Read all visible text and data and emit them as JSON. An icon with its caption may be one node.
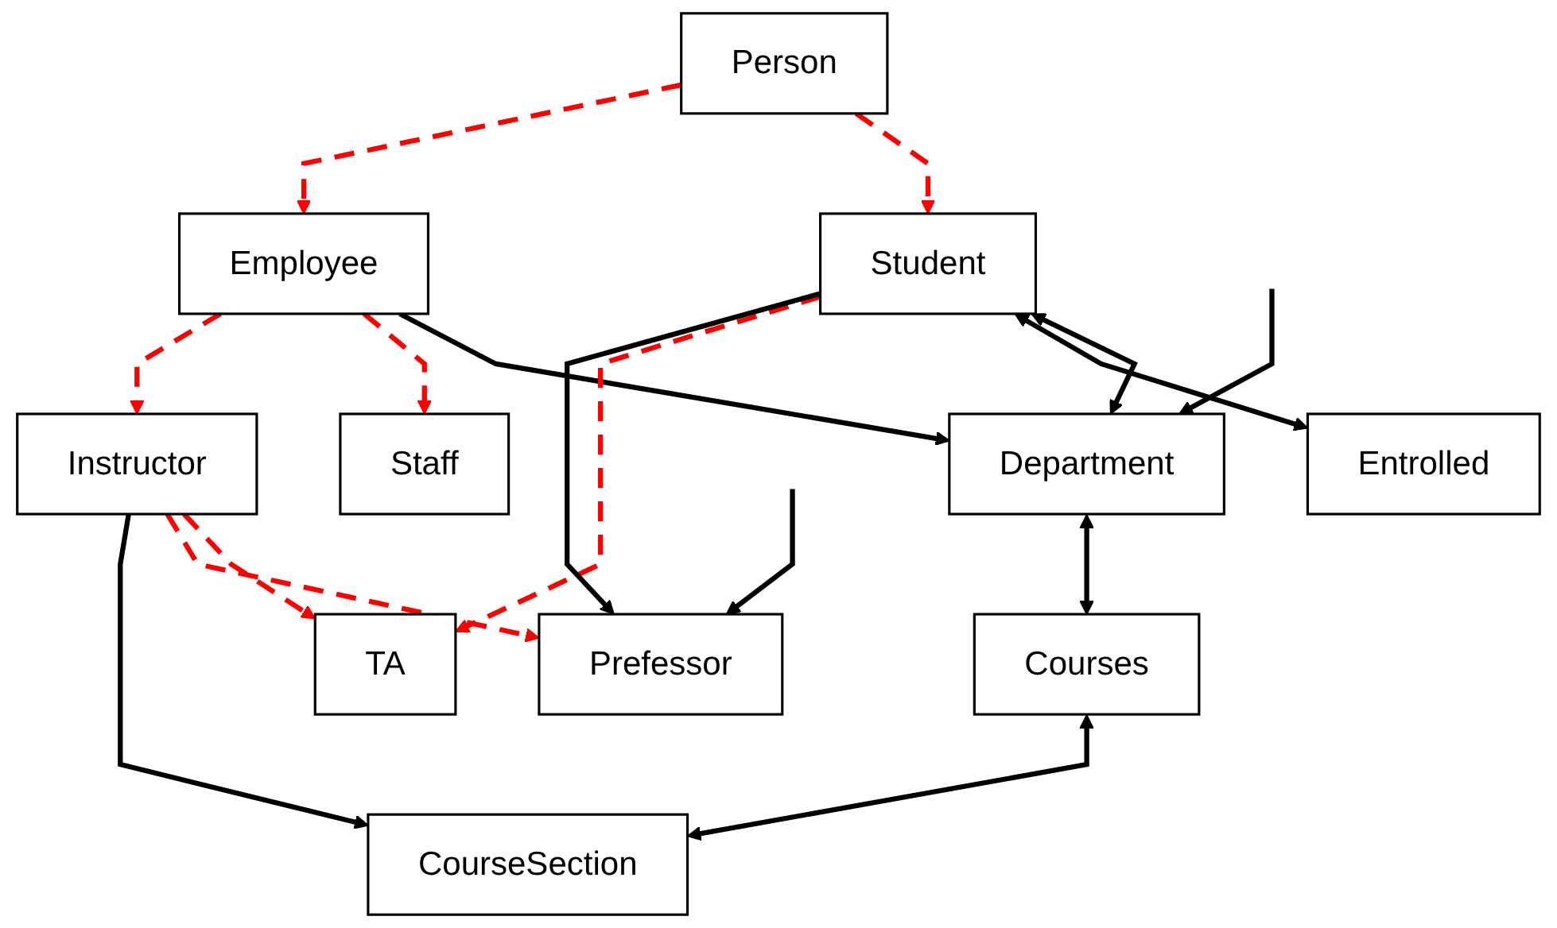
{
  "diagram": {
    "nodes": [
      {
        "text": [
          "Person"
        ]
      },
      {
        "text": [
          "Student"
        ]
      },
      {
        "text": [
          "Employee"
        ]
      },
      {
        "text": [
          "Instructor"
        ]
      },
      {
        "text": [
          "Department"
        ]
      },
      {
        "text": [
          "Entrolled"
        ]
      },
      {
        "text": [
          "Staff"
        ]
      },
      {
        "text": [
          "TA"
        ]
      },
      {
        "text": [
          "Prefessor"
        ]
      },
      {
        "text": [
          "Courses"
        ]
      },
      {
        "text": [
          "CourseSection"
        ]
      }
    ],
    "edges": [
      {
        "from": 0,
        "to": 1,
        "arrow": "to",
        "style": "dashed",
        "color": "#ff0000"
      },
      {
        "from": 0,
        "to": 2,
        "arrow": "to",
        "style": "dashed",
        "color": "#ff0000"
      },
      {
        "from": 2,
        "to": 4,
        "arrow": "to"
      },
      {
        "from": 1,
        "to": 4,
        "arrow": "both"
      },
      {
        "from": 1,
        "to": 5,
        "arrow": "both"
      },
      {
        "from": 2,
        "to": 6,
        "arrow": "to",
        "style": "dashed",
        "color": "#ff0000"
      },
      {
        "from": 1,
        "to": 7,
        "arrow": "to",
        "style": "dashed",
        "color": "#ff0000"
      },
      {
        "from": 2,
        "to": 3,
        "arrow": "to",
        "style": "dashed",
        "color": "#ff0000"
      },
      {
        "from": 3,
        "to": 7,
        "arrow": "to",
        "style": "dashed",
        "color": "#ff0000"
      },
      {
        "from": 3,
        "to": 8,
        "arrow": "to",
        "style": "dashed",
        "color": "#ff0000"
      },
      {
        "from": 1,
        "to": 8,
        "arrow": "to"
      },
      {
        "from": 4,
        "to": 9,
        "arrow": "both"
      },
      {
        "from": 9,
        "to": 10,
        "arrow": "both"
      },
      {
        "from": 3,
        "to": 10,
        "arrow": "to"
      },
      {
        "from": null,
        "to": 4,
        "arrow": "to"
      },
      {
        "from": null,
        "to": 8,
        "arrow": "to"
      }
    ]
  }
}
